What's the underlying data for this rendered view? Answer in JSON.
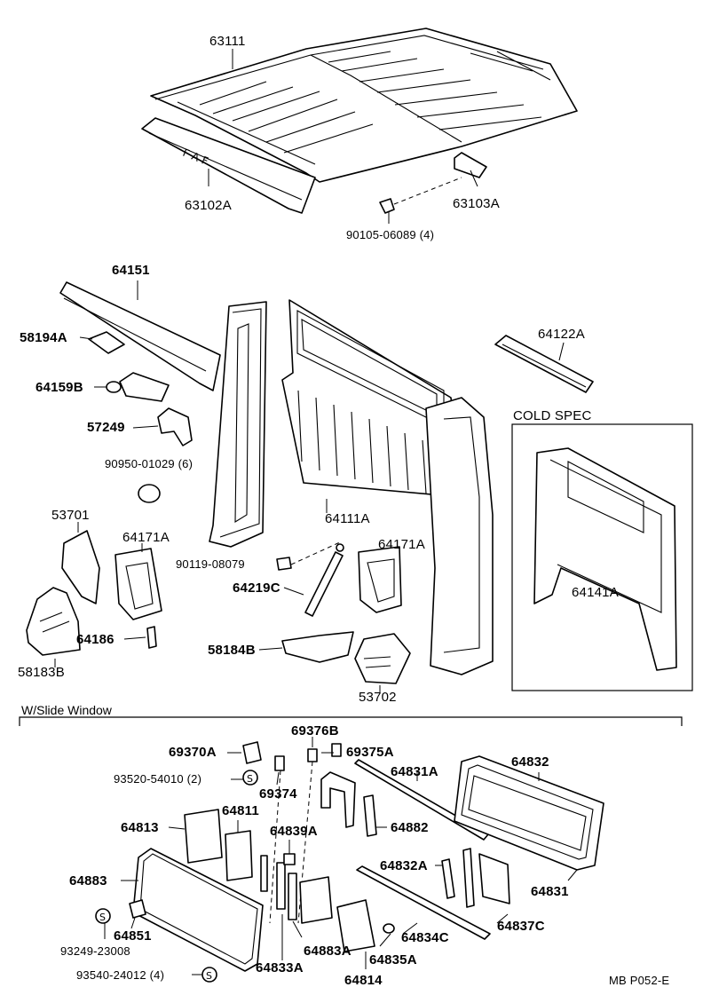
{
  "roof": {
    "panel": "63111",
    "front_rail": "63102A",
    "rear_rail": "63103A",
    "screw": "90105-06089 (4)"
  },
  "left_group": {
    "rail": "64151",
    "bracket_a": "58194A",
    "bracket_b": "64159B",
    "hinge": "57249",
    "plug": "90950-01029 (6)",
    "support": "53701",
    "pad_left": "64171A",
    "wheelhouse": "58183B",
    "clip": "64186"
  },
  "center_group": {
    "back_panel": "64111A",
    "bolt": "90119-08079",
    "stay": "64219C",
    "pad_right": "64171A",
    "bracket_c": "58184B",
    "support_r": "53702"
  },
  "cold_spec": {
    "title": "COLD SPEC",
    "outer": "64122A",
    "inner": "64141A"
  },
  "slide_window": {
    "title": "W/Slide Window",
    "labels": {
      "l69370a": "69370A",
      "l69376b": "69376B",
      "l69375a": "69375A",
      "l93520": "93520-54010 (2)",
      "l69374": "69374",
      "l64831a": "64831A",
      "l64832": "64832",
      "l64811": "64811",
      "l64813": "64813",
      "l64839a": "64839A",
      "l64882": "64882",
      "l64883": "64883",
      "l64832a": "64832A",
      "l64831": "64831",
      "l64851": "64851",
      "l93249": "93249-23008",
      "l64883a": "64883A",
      "l64834c": "64834C",
      "l64837c": "64837C",
      "l64835a": "64835A",
      "l93540": "93540-24012 (4)",
      "l64833a": "64833A",
      "l64814": "64814"
    }
  },
  "footer": {
    "code": "MB  P052-E"
  },
  "icons": {
    "s_mark": "S"
  }
}
